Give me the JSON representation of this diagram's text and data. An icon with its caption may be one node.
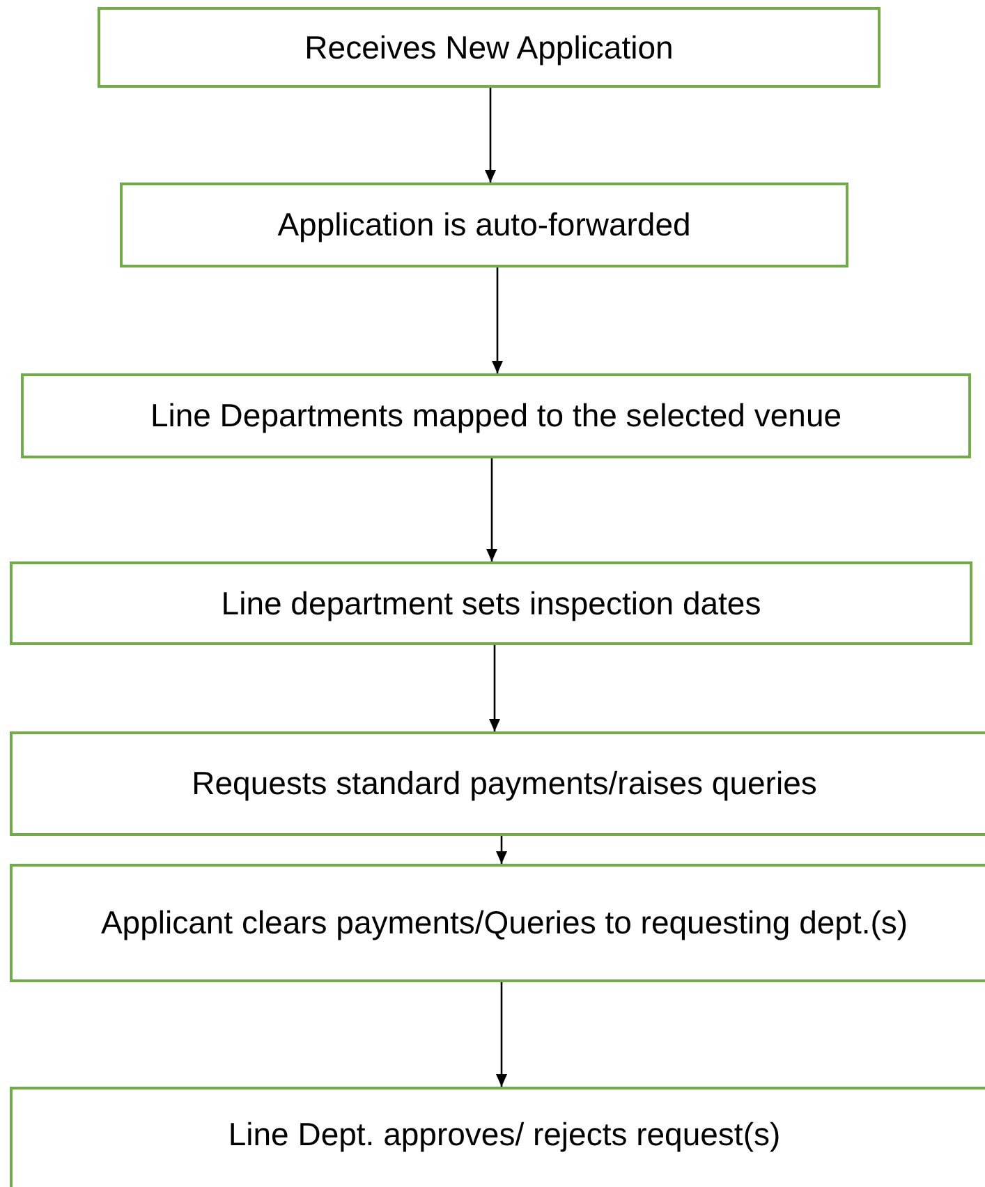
{
  "diagram": {
    "nodes": [
      {
        "text": [
          "Receives New Application"
        ]
      },
      {
        "text": [
          "Application is auto-forwarded"
        ]
      },
      {
        "text": [
          "Line Departments mapped to the selected venue"
        ]
      },
      {
        "text": [
          "Line department sets inspection dates"
        ]
      },
      {
        "text": [
          "Requests standard payments/raises queries"
        ]
      },
      {
        "text": [
          "Applicant clears payments/Queries to requesting dept.(s)"
        ]
      },
      {
        "text": [
          "Line Dept. approves/ rejects request(s)"
        ]
      }
    ],
    "edges": [
      {
        "from": 0,
        "to": 1,
        "arrow": "to"
      },
      {
        "from": 1,
        "to": 2,
        "arrow": "to"
      },
      {
        "from": 2,
        "to": 3,
        "arrow": "to"
      },
      {
        "from": 3,
        "to": 4,
        "arrow": "to"
      },
      {
        "from": 4,
        "to": 5,
        "arrow": "to"
      },
      {
        "from": 5,
        "to": 6,
        "arrow": "to"
      }
    ]
  }
}
